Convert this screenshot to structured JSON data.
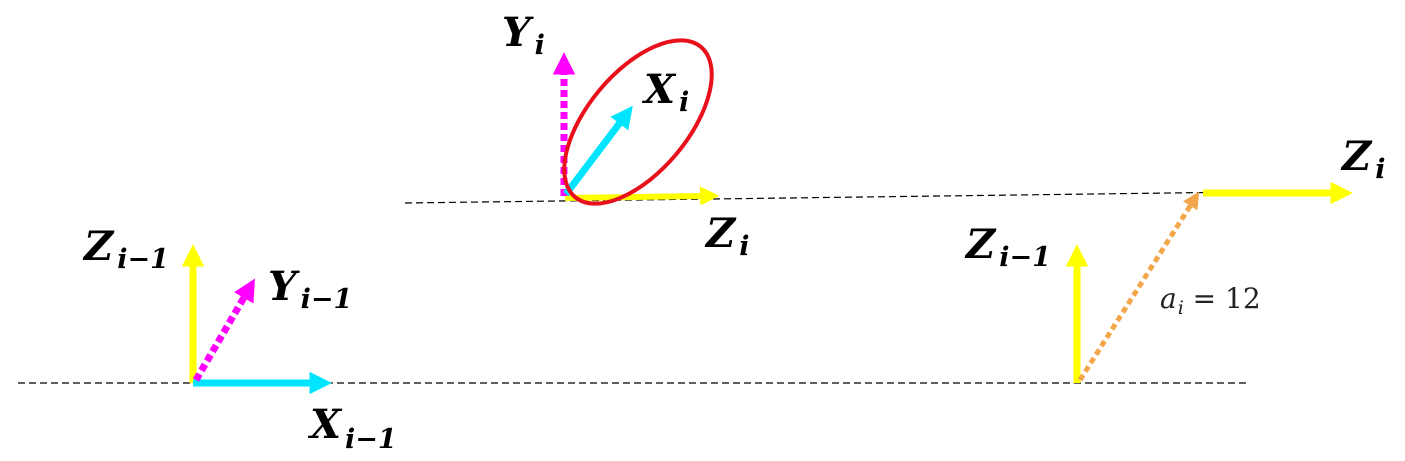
{
  "labels": {
    "z_prev_left": {
      "main": "Z",
      "sub": "i−1"
    },
    "y_prev_left": {
      "main": "Y",
      "sub": "i−1"
    },
    "x_prev_left": {
      "main": "X",
      "sub": "i−1"
    },
    "y_i": {
      "main": "Y",
      "sub": "i"
    },
    "x_i": {
      "main": "X",
      "sub": "i"
    },
    "z_i_mid": {
      "main": "Z",
      "sub": "i"
    },
    "z_prev_right": {
      "main": "Z",
      "sub": "i−1"
    },
    "z_i_right": {
      "main": "Z",
      "sub": "i"
    },
    "a_i": {
      "main": "a",
      "sub": "i",
      "rest": " = 12"
    }
  },
  "colors": {
    "z_axis": "#ffff00",
    "x_axis": "#00e5ff",
    "y_axis": "#ff00ff",
    "offset": "#f4a64a",
    "highlight": "#e8101a",
    "guide": "#000000"
  }
}
